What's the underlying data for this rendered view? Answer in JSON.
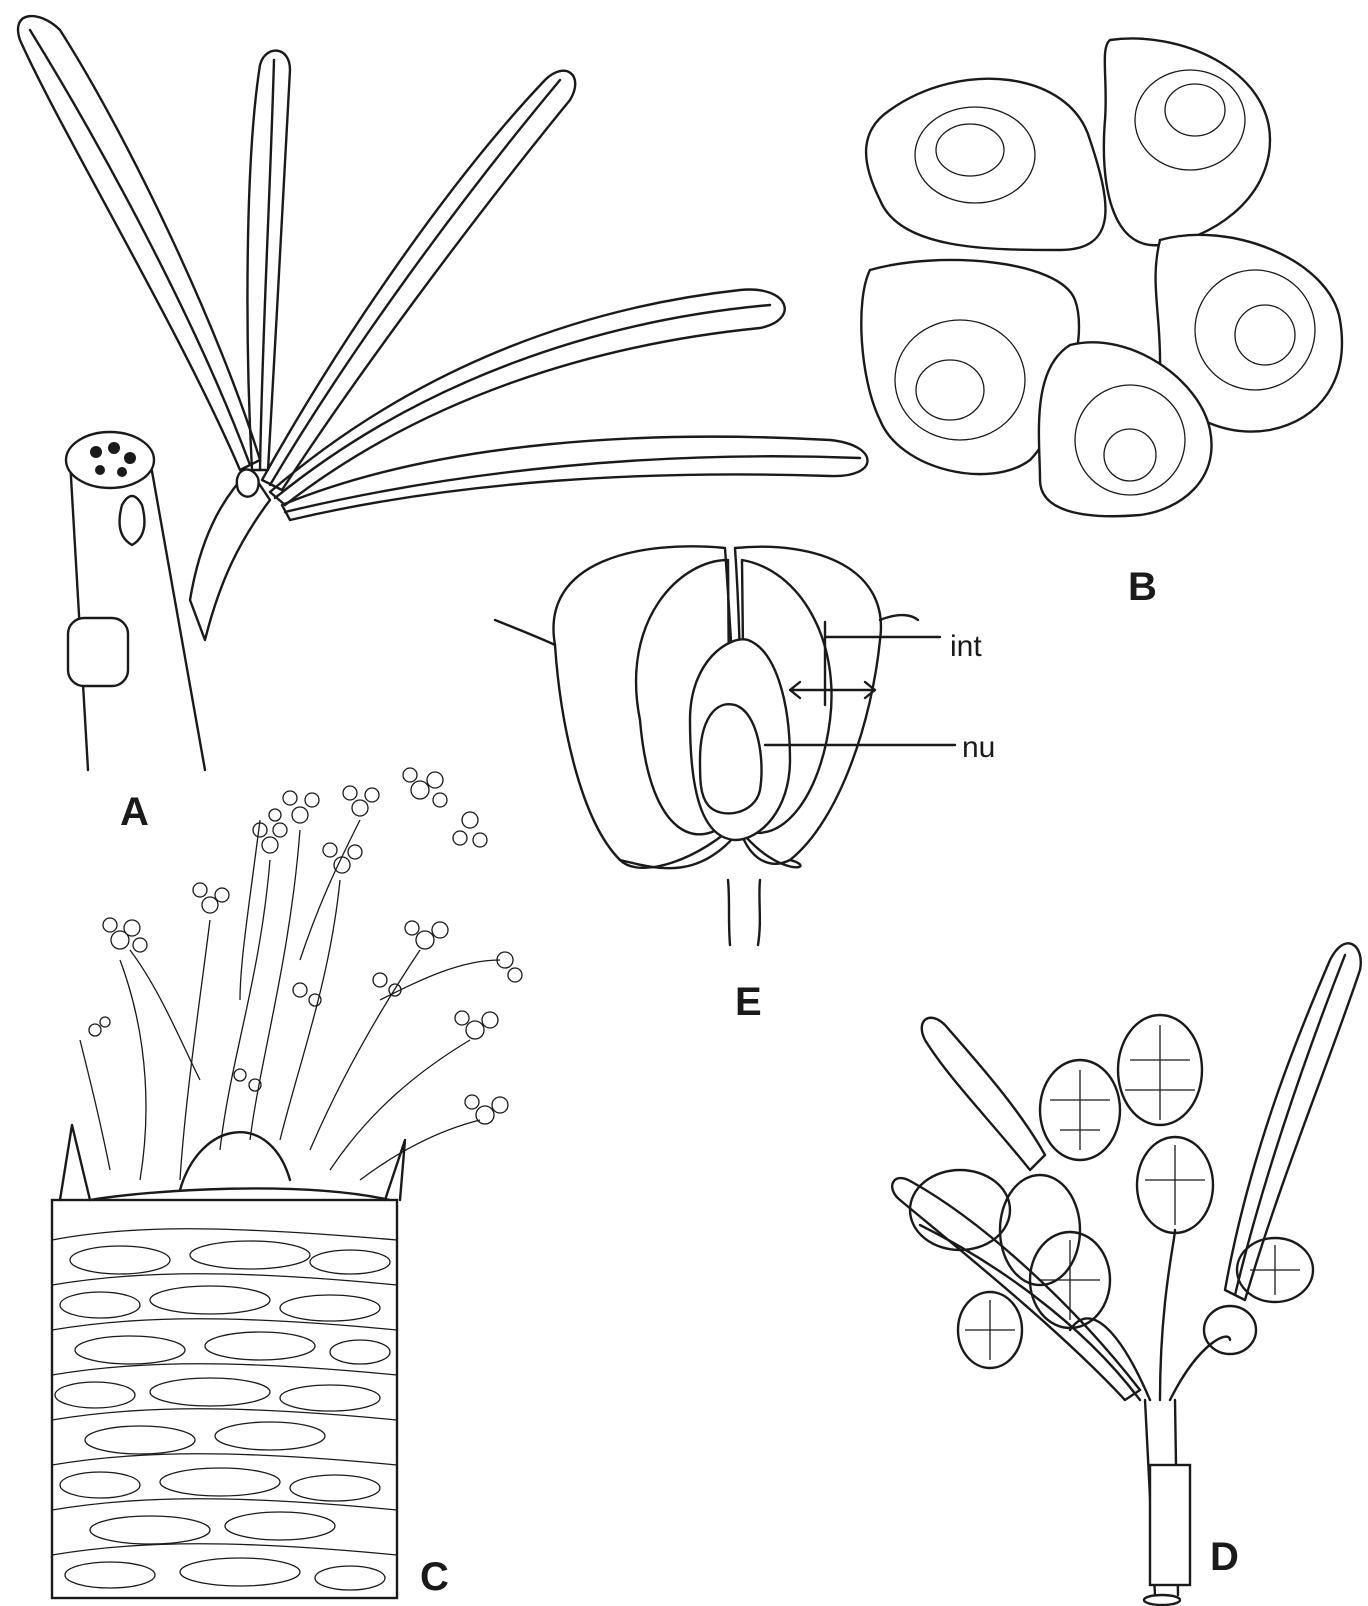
{
  "panels": {
    "a": {
      "label": "A"
    },
    "b": {
      "label": "B"
    },
    "c": {
      "label": "C"
    },
    "d": {
      "label": "D"
    },
    "e": {
      "label": "E"
    }
  },
  "callouts": {
    "integument": "int",
    "nucellus": "nu"
  }
}
